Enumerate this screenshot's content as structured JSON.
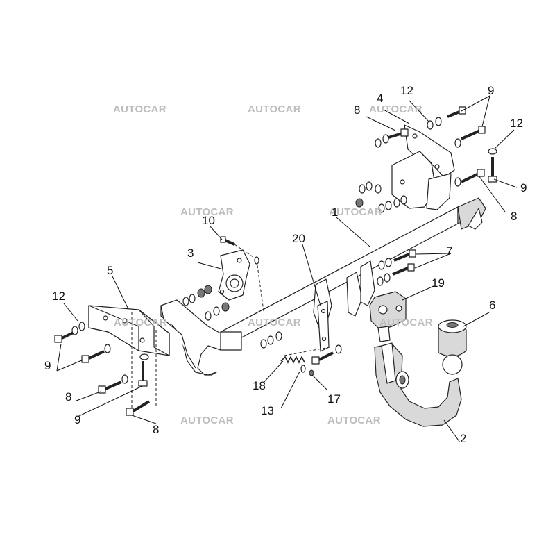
{
  "watermark": "AUTOCAR",
  "callouts": {
    "c1": "1",
    "c2": "2",
    "c3": "3",
    "c4": "4",
    "c5": "5",
    "c6": "6",
    "c7": "7",
    "c8a": "8",
    "c8b": "8",
    "c8c": "8",
    "c8d": "8",
    "c9a": "9",
    "c9b": "9",
    "c9c": "9",
    "c9d": "9",
    "c10": "10",
    "c12a": "12",
    "c12b": "12",
    "c12c": "12",
    "c13": "13",
    "c17": "17",
    "c18": "18",
    "c19": "19",
    "c20": "20"
  }
}
